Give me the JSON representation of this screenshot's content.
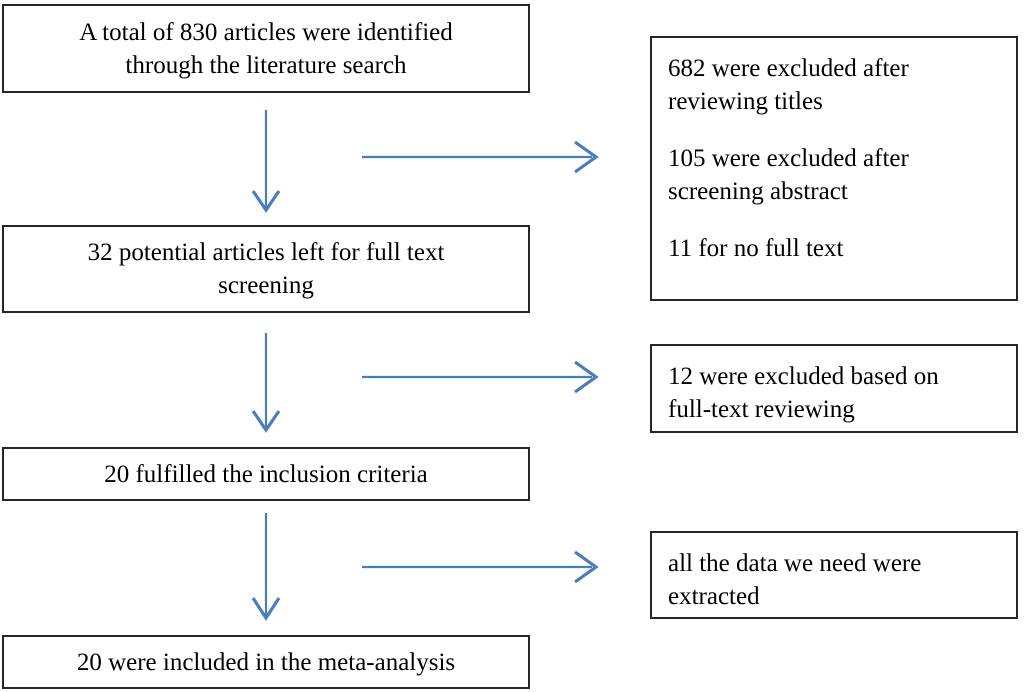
{
  "figure": {
    "type": "flowchart",
    "title": "PRISMA-style study selection flow diagram",
    "accent_color": "#4A7EBB",
    "box_border_color": "#262626",
    "background_color": "#FFFFFF"
  },
  "flow": {
    "stages": [
      {
        "id": "identified",
        "lines": [
          "A total of 830 articles were identified",
          "through the literature search"
        ],
        "count": 830
      },
      {
        "id": "full-text-screening",
        "lines": [
          "32 potential articles left for full text",
          "screening"
        ],
        "count": 32
      },
      {
        "id": "inclusion-criteria",
        "lines": [
          "20 fulfilled the inclusion criteria"
        ],
        "count": 20
      },
      {
        "id": "meta-analysis",
        "lines": [
          "20 were included in the meta-analysis"
        ],
        "count": 20
      }
    ],
    "exclusions": [
      {
        "id": "title-abstract-fulltext-exclusions",
        "paragraphs": [
          [
            "682 were excluded after",
            "reviewing titles"
          ],
          [
            "105 were excluded after",
            "screening abstract"
          ],
          [
            "11 for no full text"
          ]
        ],
        "counts": [
          682,
          105,
          11
        ]
      },
      {
        "id": "fulltext-exclusions",
        "paragraphs": [
          [
            "12 were excluded based on",
            "full-text reviewing"
          ]
        ],
        "counts": [
          12
        ]
      },
      {
        "id": "data-extraction",
        "paragraphs": [
          [
            "all the data we need were",
            "extracted"
          ]
        ],
        "counts": []
      }
    ]
  }
}
